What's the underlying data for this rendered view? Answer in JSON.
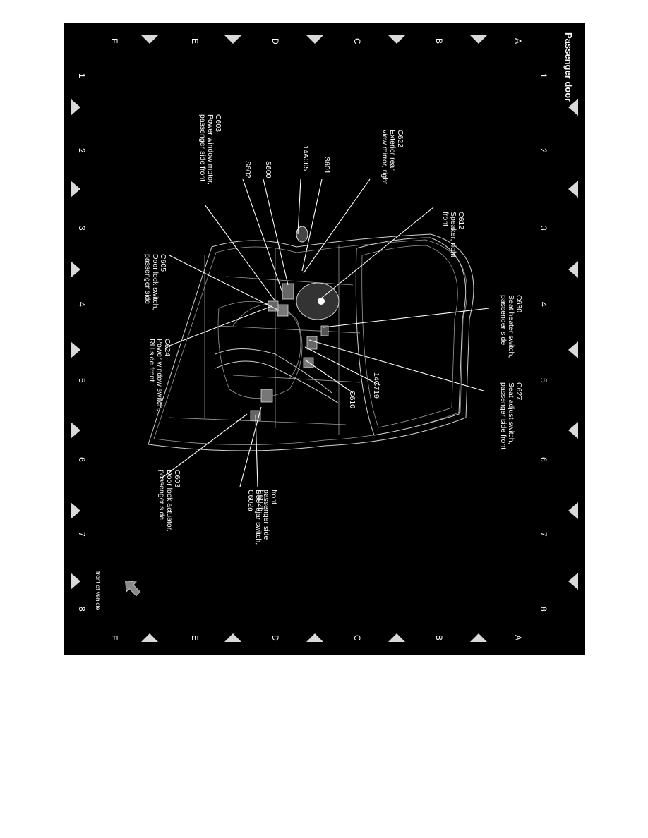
{
  "title": "Passenger door",
  "grid": {
    "numbers": [
      "1",
      "2",
      "3",
      "4",
      "5",
      "6",
      "7",
      "8"
    ],
    "letters": [
      "A",
      "B",
      "C",
      "D",
      "E",
      "F"
    ]
  },
  "labels": {
    "c612": [
      "C612",
      "Speaker, right",
      "front"
    ],
    "c622": [
      "C622",
      "Exterior rear",
      "view mirror, right"
    ],
    "s601": [
      "S601"
    ],
    "14a005": [
      "14A005"
    ],
    "s600": [
      "S600"
    ],
    "s602": [
      "S602"
    ],
    "c603_motor": [
      "C603",
      "Power window motor,",
      "passenger side front"
    ],
    "c605": [
      "C605",
      "Door lock switch,",
      "passenger side"
    ],
    "c630": [
      "C630",
      "Seat heater switch,",
      "passenger side"
    ],
    "c624": [
      "C624",
      "Power window switch,",
      "RH side front"
    ],
    "c627": [
      "C627",
      "Seat adjust switch,",
      "passenger side front"
    ],
    "14c719": [
      "14C719"
    ],
    "c610": [
      "C610"
    ],
    "c602b": [
      "C602b"
    ],
    "c602a": [
      "C602a",
      "Door ajar switch,",
      "passenger side",
      "front"
    ],
    "c603_actuator": [
      "C603",
      "Door lock actuator,",
      "passenger side"
    ]
  },
  "front_of_vehicle": "front of vehicle",
  "icons": {
    "arrow": "front-arrow-icon"
  }
}
